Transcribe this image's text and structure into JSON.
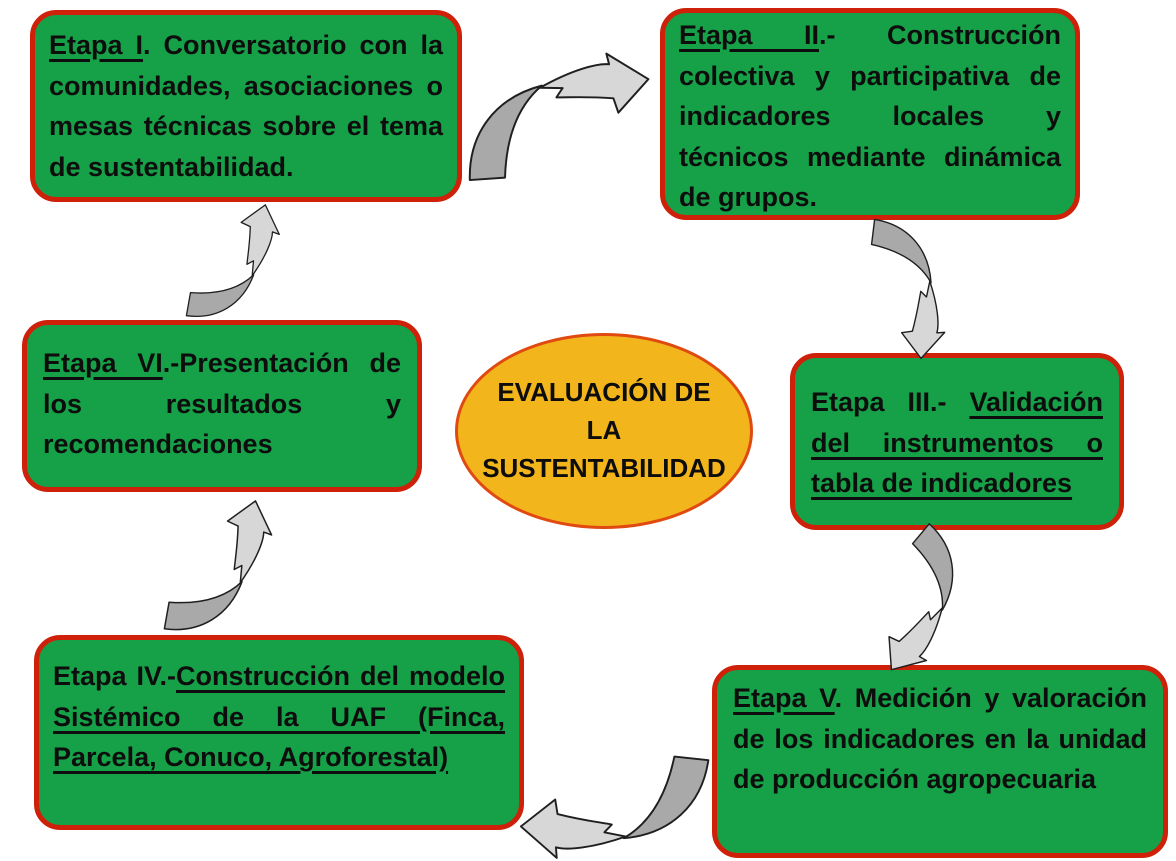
{
  "center": {
    "title": "EVALUACIÓN DE LA SUSTENTABILIDAD"
  },
  "stages": [
    {
      "id": "etapa-1",
      "prefix": "",
      "underlined": "Etapa I",
      "suffix": ". Conversatorio con la comunidades, asociaciones o mesas técnicas sobre el tema de sustentabilidad."
    },
    {
      "id": "etapa-2",
      "prefix": "",
      "underlined": "Etapa II",
      "suffix": ".- Construcción colectiva y participativa de indicadores locales y técnicos mediante dinámica de grupos."
    },
    {
      "id": "etapa-3",
      "prefix": "Etapa III.- ",
      "underlined": "Validación del instrumentos o tabla de indicadores",
      "suffix": ""
    },
    {
      "id": "etapa-4",
      "prefix": "Etapa IV.-",
      "underlined": "Construcción del modelo Sistémico de la UAF (Finca, Parcela, Conuco, Agroforestal)",
      "suffix": ""
    },
    {
      "id": "etapa-5",
      "prefix": "",
      "underlined": "Etapa V",
      "suffix": ". Medición y valoración de los indicadores en la unidad de producción agropecuaria"
    },
    {
      "id": "etapa-6",
      "prefix": "",
      "underlined": "Etapa VI",
      "suffix": ".-Presentación de los resultados y recomendaciones"
    }
  ],
  "colors": {
    "box_fill": "#16A047",
    "box_border": "#CF200A",
    "ellipse_fill": "#F2B51B",
    "ellipse_border": "#E04A10",
    "arrow_dark": "#A9A9A9",
    "arrow_light": "#D7D7D7",
    "text": "#0d0d0d"
  }
}
